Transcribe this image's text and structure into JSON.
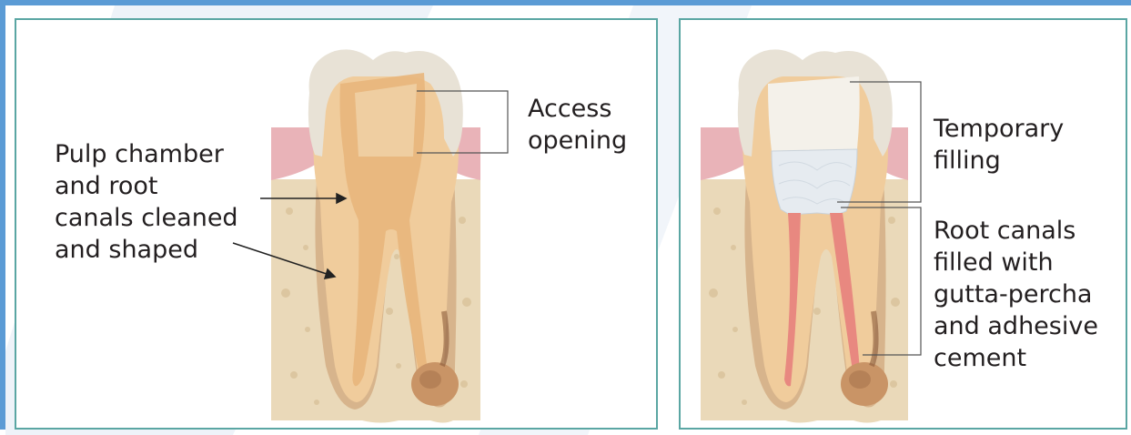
{
  "left_panel": {
    "access_label": [
      "Access",
      "opening"
    ],
    "pulp_label": [
      "Pulp chamber",
      "and root",
      "canals cleaned",
      "and shaped"
    ]
  },
  "right_panel": {
    "temporary_label": [
      "Temporary",
      "filling"
    ],
    "root_label": [
      "Root canals",
      "filled with",
      "gutta-percha",
      "and adhesive",
      "cement"
    ]
  },
  "colors": {
    "frame": "#5b9bd5",
    "panel_border": "#5aa6a3",
    "enamel": "#e8e2d6",
    "dentin": "#f0cc9c",
    "pulp": "#e8b67c",
    "gum": "#e9b3b8",
    "bone": "#ead9b9",
    "temporary_filling": "#e6ebf0",
    "gutta_percha": "#e88880",
    "text": "#231f20"
  }
}
